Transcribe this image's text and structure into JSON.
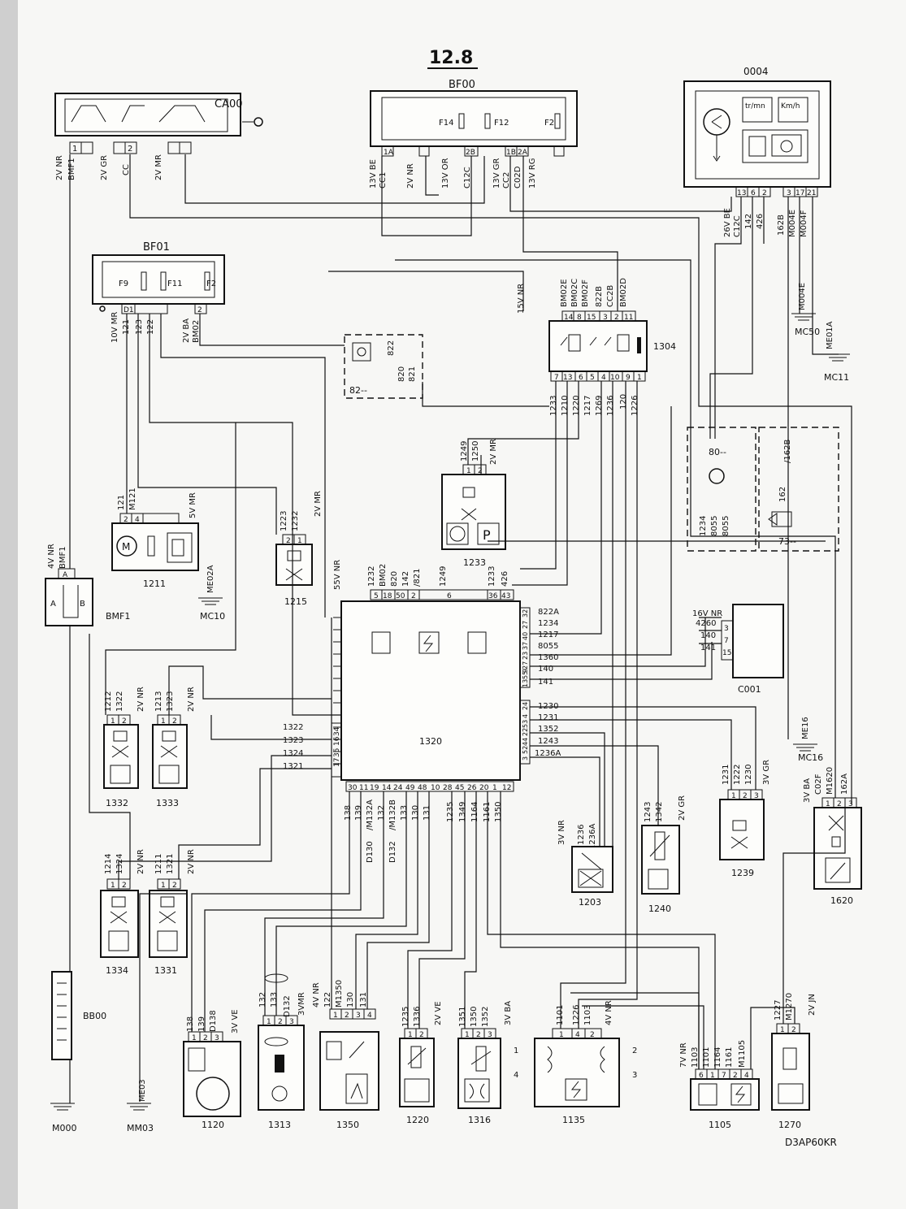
{
  "page_number": "12.8",
  "drawing_ref": "D3AP60KR",
  "components": {
    "ca00": {
      "id": "CA00",
      "pins": [
        "1",
        "2",
        ""
      ],
      "wires": [
        "2V NR",
        "BMF1",
        "2V GR",
        "CC",
        "2V MR"
      ]
    },
    "bf00": {
      "id": "BF00",
      "fuses": [
        "F14",
        "F12",
        "F2"
      ],
      "pins": [
        "1A",
        "",
        "2B",
        "1B",
        "2A",
        ""
      ],
      "wires": [
        "13V BE",
        "CC1",
        "2V NR",
        "13V OR",
        "C12C",
        "13V GR",
        "CC2",
        "C02D",
        "13V RG"
      ]
    },
    "c0004": {
      "id": "0004",
      "gauges": [
        "tr/mn",
        "Km/h"
      ],
      "pins": [
        "13",
        "6",
        "2",
        "3",
        "17",
        "21"
      ],
      "wires": [
        "26V BE",
        "C12C",
        "142",
        "426",
        "162B",
        "M004E",
        "M004F"
      ]
    },
    "bf01": {
      "id": "BF01",
      "fuses": [
        "F9",
        "F11",
        "F2"
      ],
      "pins": [
        "D1",
        "2"
      ],
      "wires": [
        "10V MR",
        "121",
        "123",
        "122",
        "2V BA",
        "BM02"
      ]
    },
    "r1304": {
      "id": "1304",
      "top_pins": [
        "14",
        "8",
        "15",
        "3",
        "2",
        "11"
      ],
      "bottom_pins": [
        "7",
        "13",
        "6",
        "5",
        "4",
        "10",
        "9",
        "1"
      ],
      "top_wires": [
        "15V NR",
        "BM02E",
        "BM02C",
        "BM02F",
        "822B",
        "CC2B",
        "BM02D"
      ],
      "bottom_wires": [
        "1233",
        "1210",
        "1220",
        "1217",
        "1269",
        "1236",
        "120",
        "1226"
      ]
    },
    "c82": {
      "id": "82--",
      "wires": [
        "822",
        "820",
        "821"
      ]
    },
    "c1249": {
      "id": "1233",
      "pins": [
        "1",
        "2"
      ],
      "wires": [
        "1249",
        "1250",
        "2V MR"
      ]
    },
    "c80": {
      "id": "80--",
      "wires": [
        "1234",
        "8055",
        "8055"
      ]
    },
    "c73": {
      "id": "73--",
      "wires": [
        "162",
        "/162B"
      ]
    },
    "c1211": {
      "id": "1211",
      "pins": [
        "2",
        "4"
      ],
      "wires": [
        "121",
        "M121",
        "5V MR"
      ]
    },
    "c1215": {
      "id": "1215",
      "pins": [
        "2",
        "1"
      ],
      "wires": [
        "1223",
        "1232",
        "2V MR"
      ]
    },
    "bmf1": {
      "id": "BMF1",
      "pins": [
        "A",
        "B"
      ],
      "wires": [
        "4V NR",
        "BMF1"
      ]
    },
    "ecu": {
      "id": "1320",
      "top_wires": [
        "55V NR",
        "1232",
        "BM02",
        "820",
        "142",
        "/821",
        "1249",
        "1233",
        "426"
      ],
      "top_pins": [
        "5",
        "18",
        "50",
        "2",
        "6",
        "36",
        "43"
      ],
      "right_pins": [
        "32",
        "27",
        "40",
        "37",
        "23",
        "27"
      ],
      "right_wires": [
        "822A",
        "1234",
        "1217",
        "8055",
        "1360",
        "140",
        "141"
      ],
      "right_pins2": [
        "13",
        "55",
        "9"
      ],
      "right_wires2": [
        "1230",
        "1231",
        "1352",
        "1243",
        "1236A"
      ],
      "right_pins3": [
        "24",
        "4",
        "53",
        "22",
        "44",
        "52",
        "3",
        "43"
      ],
      "left_wires": [
        "1322",
        "1323",
        "1324",
        "1321"
      ],
      "left_pins": [
        "16",
        "34",
        "17",
        "35"
      ],
      "bottom_pins": [
        "30",
        "11",
        "19",
        "14",
        "24",
        "49",
        "48",
        "10",
        "28",
        "45",
        "26",
        "20",
        "1",
        "12"
      ],
      "bottom_wires": [
        "138",
        "139",
        "D130",
        "/M132A",
        "132",
        "D132",
        "/M132B",
        "133",
        "130",
        "131",
        "1235",
        "1349",
        "1164",
        "1161",
        "1350"
      ]
    },
    "c001": {
      "id": "C001",
      "pins": [
        "3",
        "7",
        "15"
      ],
      "wires": [
        "16V NR",
        "4260",
        "140",
        "141"
      ]
    },
    "inj1332": {
      "id": "1332",
      "pins": [
        "1",
        "2"
      ],
      "wires": [
        "1212",
        "1322",
        "2V NR"
      ]
    },
    "inj1333": {
      "id": "1333",
      "pins": [
        "1",
        "2"
      ],
      "wires": [
        "1213",
        "1323",
        "2V NR"
      ]
    },
    "inj1334": {
      "id": "1334",
      "pins": [
        "1",
        "2"
      ],
      "wires": [
        "1214",
        "1324",
        "2V NR"
      ]
    },
    "inj1331": {
      "id": "1331",
      "pins": [
        "1",
        "2"
      ],
      "wires": [
        "1211",
        "1321",
        "2V NR"
      ]
    },
    "c1203": {
      "id": "1203",
      "wires": [
        "3V NR",
        "1236",
        "1236A"
      ]
    },
    "c1240": {
      "id": "1240",
      "wires": [
        "1243",
        "1342",
        "2V GR"
      ]
    },
    "c1239": {
      "id": "1239",
      "pins": [
        "1",
        "2",
        "3"
      ],
      "wires": [
        "1231",
        "1222",
        "1230",
        "3V GR"
      ]
    },
    "c1620": {
      "id": "1620",
      "pins": [
        "1",
        "2",
        "3"
      ],
      "wires": [
        "3V BA",
        "C02F",
        "M1620",
        "162A"
      ]
    },
    "grounds": [
      "M000",
      "MM03",
      "MC10",
      "MC11",
      "MC16",
      "MC50"
    ],
    "ground_wires": [
      "ME02A",
      "ME01A",
      "ME16",
      "M004E",
      "ME03"
    ],
    "bb00": {
      "id": "BB00"
    },
    "c1120": {
      "id": "1120",
      "pins": [
        "1",
        "2",
        "3"
      ],
      "wires": [
        "138",
        "139",
        "D138",
        "3V VE"
      ]
    },
    "c1313": {
      "id": "1313",
      "pins": [
        "1",
        "2",
        "3"
      ],
      "wires": [
        "132",
        "133",
        "D132",
        "3VMR"
      ]
    },
    "c1350": {
      "id": "1350",
      "pins": [
        "1",
        "2",
        "3",
        "4"
      ],
      "wires": [
        "122",
        "M1350",
        "130",
        "131",
        "4V NR"
      ]
    },
    "c1220": {
      "id": "1220",
      "pins": [
        "1",
        "2"
      ],
      "wires": [
        "1235",
        "1336",
        "2V VE"
      ]
    },
    "c1316": {
      "id": "1316",
      "pins": [
        "1",
        "2",
        "3"
      ],
      "wires": [
        "1351",
        "1350",
        "1352",
        "3V BA"
      ]
    },
    "c1135": {
      "id": "1135",
      "pins": [
        "1",
        "4",
        "2"
      ],
      "wires": [
        "1101",
        "1226",
        "1103",
        "4V NR"
      ],
      "coil_pins": [
        "1",
        "4",
        "2",
        "3"
      ]
    },
    "c1105": {
      "id": "1105",
      "pins": [
        "6",
        "1",
        "7",
        "2",
        "4"
      ],
      "wires": [
        "7V NR",
        "1103",
        "1101",
        "1164",
        "1161",
        "M1105"
      ]
    },
    "c1270": {
      "id": "1270",
      "pins": [
        "1",
        "2"
      ],
      "wires": [
        "1227",
        "M1270",
        "2V JN"
      ]
    }
  }
}
